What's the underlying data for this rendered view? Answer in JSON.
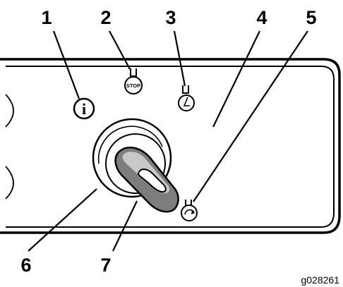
{
  "figure_id": "g028261",
  "callouts": [
    {
      "number": "1",
      "target": "info-icon"
    },
    {
      "number": "2",
      "target": "stop-icon"
    },
    {
      "number": "3",
      "target": "run-icon"
    },
    {
      "number": "4",
      "target": "panel"
    },
    {
      "number": "5",
      "target": "start-icon"
    },
    {
      "number": "6",
      "target": "switch-housing"
    },
    {
      "number": "7",
      "target": "key"
    }
  ],
  "icons": {
    "info_glyph": "i",
    "stop_label": "STOP",
    "info_icon": "info-icon",
    "stop_icon": "stop-icon",
    "run_icon": "run-icon",
    "start_icon": "start-icon"
  },
  "colors": {
    "key_body": "#7d7d7d",
    "key_highlight": "#c8c8c8",
    "outline": "#000000"
  }
}
